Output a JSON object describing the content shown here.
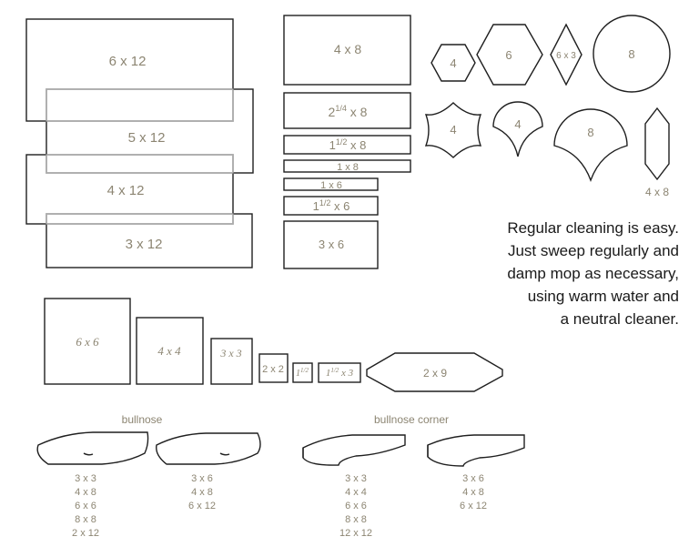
{
  "rect_tiles": {
    "t6x12": "6 x 12",
    "t5x12": "5 x 12",
    "t4x12": "4 x 12",
    "t3x12": "3 x 12",
    "t4x8": "4 x 8",
    "t2q8_pre": "2",
    "t2q8_frac": "1/4",
    "t2q8_post": " x 8",
    "t1h8_pre": "1",
    "t1h8_frac": "1/2",
    "t1h8_post": " x 8",
    "t1x8": "1 x 8",
    "t1x6": "1 x 6",
    "t1h6_pre": "1",
    "t1h6_frac": "1/2",
    "t1h6_post": " x 6",
    "t3x6": "3 x 6"
  },
  "shaped_tiles": {
    "hex_small": "4",
    "hex_large": "6",
    "diamond": "6 x 3",
    "circle": "8",
    "arabesque": "4",
    "fan_small": "4",
    "fan_large": "8",
    "elongated_hex": "4 x 8"
  },
  "square_tiles": {
    "s6x6": "6 x 6",
    "s4x4": "4 x 4",
    "s3x3": "3 x 3",
    "s2x2": "2 x 2",
    "s1h_pre": "1",
    "s1h_frac": "1/2",
    "s1hx3_pre": "1",
    "s1hx3_frac": "1/2",
    "s1hx3_post": " x 3",
    "picket": "2 x 9"
  },
  "bullnose": {
    "title": "bullnose",
    "left_sizes": [
      "3 x 3",
      "4 x 8",
      "6 x 6",
      "8 x 8",
      "2 x 12"
    ],
    "right_sizes": [
      "3 x 6",
      "4 x 8",
      "6 x 12"
    ]
  },
  "bullnose_corner": {
    "title": "bullnose corner",
    "left_sizes": [
      "3 x 3",
      "4 x 4",
      "6 x 6",
      "8 x 8",
      "12 x 12"
    ],
    "right_sizes": [
      "3 x 6",
      "4 x 8",
      "6 x 12"
    ]
  },
  "note": {
    "line1": "Regular cleaning is easy.",
    "line2": "Just sweep regularly and",
    "line3": "damp mop as necessary,",
    "line4": "using warm water and",
    "line5": "a neutral cleaner."
  }
}
